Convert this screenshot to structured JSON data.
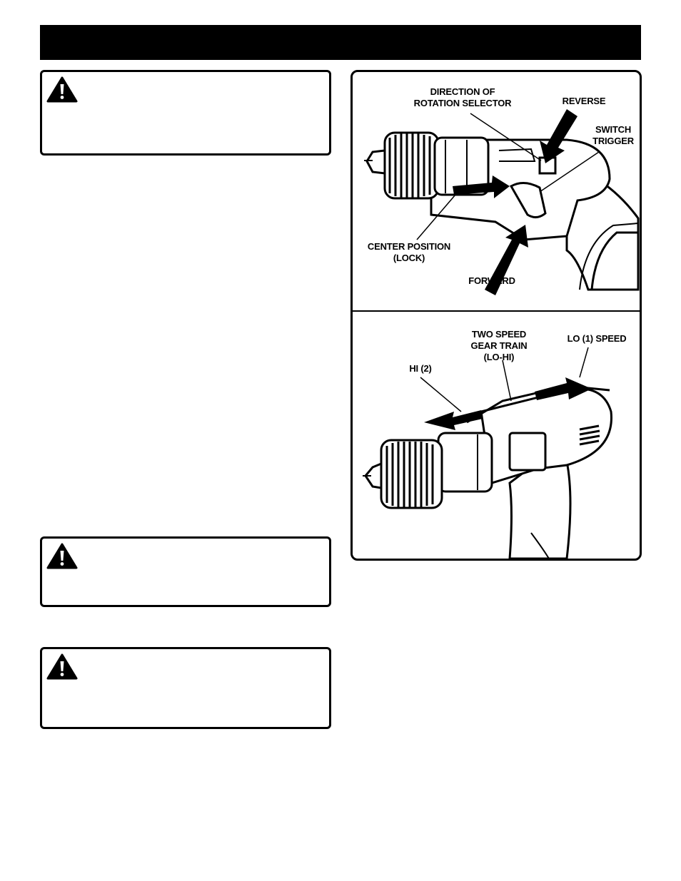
{
  "figure": {
    "top_panel": {
      "labels": {
        "direction_selector": "DIRECTION OF\nROTATION SELECTOR",
        "reverse": "REVERSE",
        "switch_trigger": "SWITCH\nTRIGGER",
        "center_position": "CENTER POSITION\n(LOCK)",
        "forward": "FORWARD"
      }
    },
    "bottom_panel": {
      "labels": {
        "two_speed": "TWO SPEED\nGEAR TRAIN\n(LO-HI)",
        "lo_speed": "LO (1) SPEED",
        "hi": "HI (2)"
      }
    }
  },
  "icons": {
    "warning": "warning-triangle-icon"
  }
}
